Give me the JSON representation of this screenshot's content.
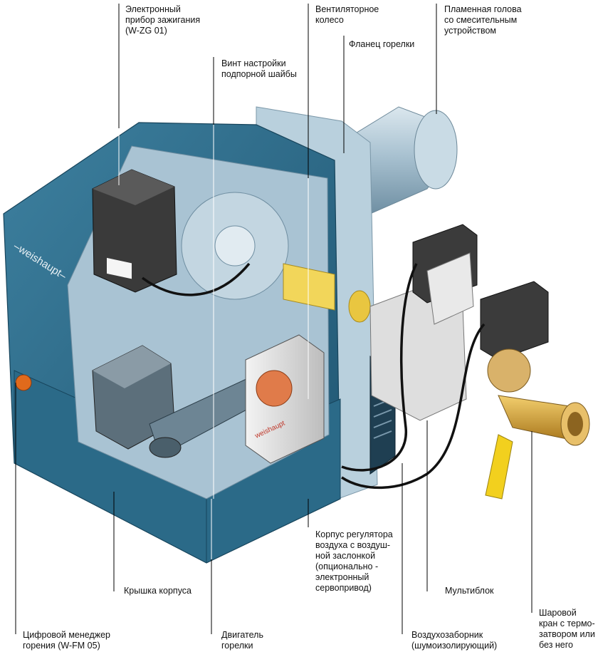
{
  "brand": {
    "logo_text": "–weishaupt–",
    "servo_logo_text": "weishaupt"
  },
  "labels": {
    "ignition": "Электронный\nприбор зажигания\n(W-ZG 01)",
    "fan_wheel": "Вентиляторное\nколесо",
    "flame_head": "Пламенная голова\nсо  смесительным\nустройством",
    "burner_flange": "Фланец горелки",
    "baffle_screw": "Винт настройки\nподпорной шайбы",
    "air_regulator": "Корпус регулятора\nвоздуха с воздуш-\nной заслонкой\n(опционально -\nэлектронный\nсервопривод)",
    "cover": "Крышка корпуса",
    "multiblock": "Мультиблок",
    "ball_valve": "Шаровой\nкран с термо-\nзатвором или\nбез него",
    "combustion_manager": "Цифровой менеджер\nгорения (W-FM 05)",
    "motor": "Двигатель\nгорелки",
    "air_intake": "Воздухозаборник\n(шумоизолирующий)"
  },
  "colors": {
    "housing": "#2f6f8e",
    "housing_dark": "#1d4f69",
    "interior": "#a9c3d3",
    "flame_tube": "#b8cedb",
    "brass": "#d9a53a",
    "handle": "#f2d01e",
    "indicator": "#e06a1c",
    "servo": "#e8e8e8",
    "multiblock": "#e4e4e4",
    "module": "#3a3a3a"
  }
}
